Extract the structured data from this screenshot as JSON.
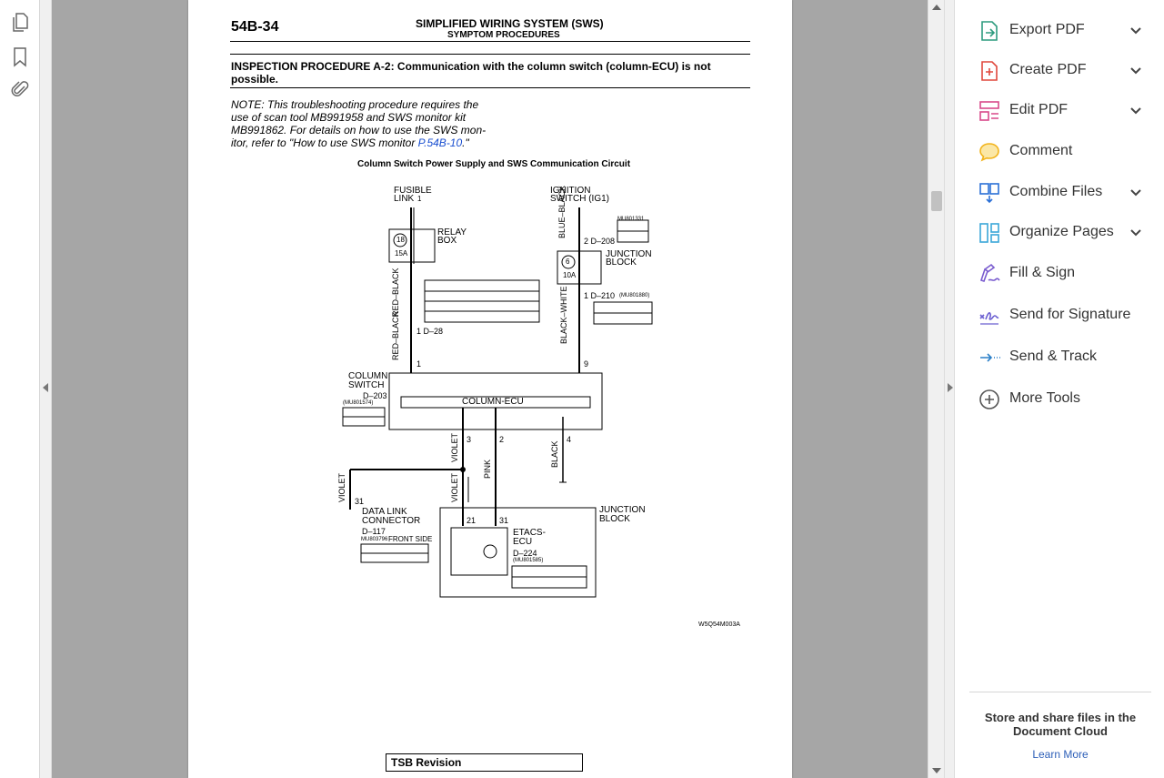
{
  "left_toolbar": {
    "icons": [
      "pages-icon",
      "bookmark-icon",
      "attachment-icon"
    ]
  },
  "document": {
    "page_number": "54B-34",
    "header_title": "SIMPLIFIED WIRING SYSTEM (SWS)",
    "header_subtitle": "SYMPTOM PROCEDURES",
    "inspection_line1": "INSPECTION PROCEDURE A-2: Communication with the column switch (column-ECU) is not",
    "inspection_line2": "possible.",
    "note_line1": "NOTE: This troubleshooting procedure requires the",
    "note_line2": "use of scan tool MB991958 and SWS monitor kit",
    "note_line3": "MB991862. For details on how to use the SWS mon-",
    "note_line4_pre": "itor, refer to \"How to use SWS monitor ",
    "note_link": "P.54B-10",
    "note_line4_post": ".\"",
    "diagram_title": "Column Switch Power Supply and SWS Communication Circuit",
    "diagram_code": "W5Q54M003A",
    "footer_label": "TSB Revision",
    "diagram": {
      "fusible_link": "FUSIBLE",
      "fusible_link2": "LINK",
      "fusible_num": "1",
      "relay_box": "RELAY",
      "relay_box2": "BOX",
      "fuse18": "18",
      "fuse18_amp": "15A",
      "ignition1": "IGNITION",
      "ignition2": "SWITCH (IG1)",
      "blue_black": "BLUE–BLACK",
      "conn_mu801331": "MU801331",
      "d208": "2  D–208",
      "junction1": "JUNCTION",
      "junction2": "BLOCK",
      "fuse6": "6",
      "fuse6_amp": "10A",
      "d210": "1  D–210",
      "conn_mu801880": "(MU801880)",
      "red_black_1": "RED–BLACK",
      "red_black_2": "RED–BLACK",
      "d28": "1  D–28",
      "black_white": "BLACK–WHITE",
      "pin1": "1",
      "pin9": "9",
      "column_switch1": "COLUMN",
      "column_switch2": "SWITCH",
      "d203": "D–203",
      "conn_mu801574": "(MU801574)",
      "column_ecu": "COLUMN-ECU",
      "violet_1": "VIOLET",
      "pin3": "3",
      "pink": "PINK",
      "pin2": "2",
      "black": "BLACK",
      "pin4": "4",
      "violet_2": "VIOLET",
      "violet_3": "VIOLET",
      "pin31a": "31",
      "dlc1": "DATA LINK",
      "dlc2": "CONNECTOR",
      "d117": "D–117",
      "conn_mu803796": "MU803796",
      "front_side": "FRONT SIDE",
      "junction_b1": "JUNCTION",
      "junction_b2": "BLOCK",
      "pin21": "21",
      "pin31b": "31",
      "etacs1": "ETACS-",
      "etacs2": "ECU",
      "d224": "D–224",
      "conn_mu801585": "(MU801585)"
    }
  },
  "tools_panel": {
    "tools": [
      {
        "label": "Export PDF",
        "icon": "export-pdf-icon",
        "color": "#2d9b7e",
        "expandable": true
      },
      {
        "label": "Create PDF",
        "icon": "create-pdf-icon",
        "color": "#e0483d",
        "expandable": true
      },
      {
        "label": "Edit PDF",
        "icon": "edit-pdf-icon",
        "color": "#d8498a",
        "expandable": true
      },
      {
        "label": "Comment",
        "icon": "comment-icon",
        "color": "#f2b31a",
        "expandable": false
      },
      {
        "label": "Combine Files",
        "icon": "combine-files-icon",
        "color": "#2a6fd6",
        "expandable": true
      },
      {
        "label": "Organize Pages",
        "icon": "organize-pages-icon",
        "color": "#3aa7d8",
        "expandable": true
      },
      {
        "label": "Fill & Sign",
        "icon": "fill-sign-icon",
        "color": "#7a5ccf",
        "expandable": false
      },
      {
        "label": "Send for Signature",
        "icon": "send-signature-icon",
        "color": "#6b5fd1",
        "expandable": false
      },
      {
        "label": "Send & Track",
        "icon": "send-track-icon",
        "color": "#2a7fc8",
        "expandable": false
      },
      {
        "label": "More Tools",
        "icon": "more-tools-icon",
        "color": "#555555",
        "expandable": false
      }
    ],
    "cloud_title_line1": "Store and share files in the",
    "cloud_title_line2": "Document Cloud",
    "cloud_link": "Learn More"
  }
}
